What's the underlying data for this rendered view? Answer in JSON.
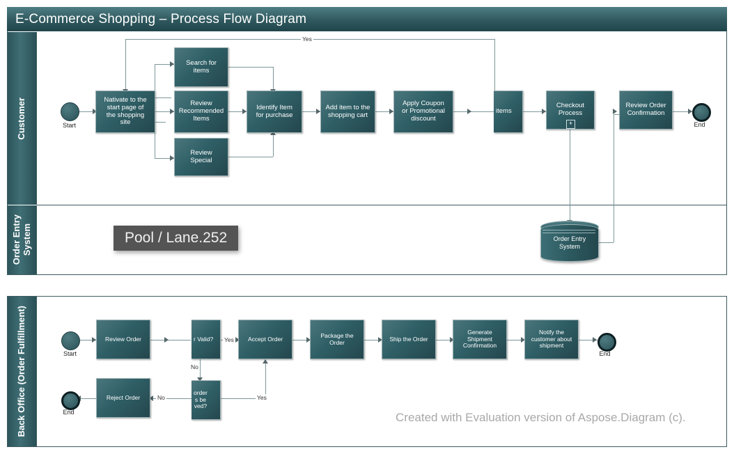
{
  "diagram": {
    "title": "E-Commerce Shopping – Process Flow Diagram",
    "watermark": "Created with Evaluation version of Aspose.Diagram (c).",
    "tooltip": "Pool / Lane.252",
    "accent_color": "#2f5f66",
    "lane_header_color": "#3f6e74",
    "node_border_color": "#9fb3b6",
    "connector_color": "#7d9699"
  },
  "pool_top": {
    "lanes": [
      {
        "label": "Customer"
      },
      {
        "label": "Order Entry\nSystem"
      }
    ],
    "customer": {
      "start_label": "Start",
      "end_label": "End",
      "tasks": [
        {
          "id": "navigate",
          "label": "Nativate to the\nstart page of\nthe shopping\nsite"
        },
        {
          "id": "search",
          "label": "Search for\nitems"
        },
        {
          "id": "recommend",
          "label": "Review\nRecommended\nItems"
        },
        {
          "id": "special",
          "label": "Review\nSpecial"
        },
        {
          "id": "identify",
          "label": "Identify Item\nfor purchase"
        },
        {
          "id": "addcart",
          "label": "Add item to the\nshopping cart"
        },
        {
          "id": "coupon",
          "label": "Apply Coupon\nor Promotional\ndiscount"
        },
        {
          "id": "moreitems",
          "label": "items"
        },
        {
          "id": "checkout",
          "label": "Checkout\nProcess"
        },
        {
          "id": "revconf",
          "label": "Review Order\nConfirmation"
        }
      ],
      "edge_labels": {
        "loop_yes": "Yes"
      },
      "subprocess_marker": "+"
    },
    "order_entry": {
      "datastore_label": "Order Entry\nSystem"
    }
  },
  "pool_bottom": {
    "lane_label": "Back Office (Order Fulfillment)",
    "start_label": "Start",
    "end_label_top": "End",
    "end_label_bottom": "End",
    "tasks": [
      {
        "id": "review",
        "label": "Review Order"
      },
      {
        "id": "valid",
        "label": "r Valid?"
      },
      {
        "id": "accept",
        "label": "Accept Order"
      },
      {
        "id": "package",
        "label": "Package the Order"
      },
      {
        "id": "ship",
        "label": "Ship the Order"
      },
      {
        "id": "genconf",
        "label": "Generate\nShipment\nConfirmation"
      },
      {
        "id": "notify",
        "label": "Notify the\ncustomer about\nshipment"
      },
      {
        "id": "reject",
        "label": "Reject Order"
      },
      {
        "id": "resolve",
        "label": "order\ns be\nved?"
      }
    ],
    "edge_labels": {
      "valid_yes": "Yes",
      "valid_no": "No",
      "resolve_yes": "Yes",
      "resolve_no": "No"
    }
  }
}
